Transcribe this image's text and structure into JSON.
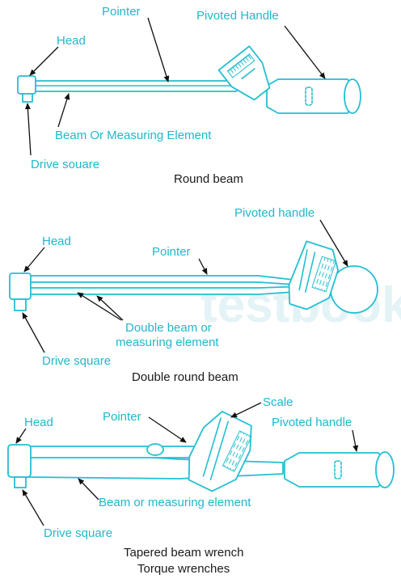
{
  "colors": {
    "line": "#23bfd2",
    "label": "#1fb8cc",
    "caption": "#1a1a1a",
    "leader": "#111111"
  },
  "watermark": "testbook",
  "round_beam": {
    "labels": {
      "pointer": "Pointer",
      "pivoted_handle": "Pivoted Handle",
      "head": "Head",
      "beam": "Beam Or Measuring Element",
      "drive_square": "Drive souare"
    },
    "caption": "Round beam"
  },
  "double_round_beam": {
    "labels": {
      "pivoted_handle": "Pivoted handle",
      "head": "Head",
      "pointer": "Pointer",
      "double_beam_line1": "Double beam or",
      "double_beam_line2": "measuring element",
      "drive_square": "Drive square"
    },
    "caption": "Double round beam"
  },
  "tapered_beam": {
    "labels": {
      "scale": "Scale",
      "head": "Head",
      "pointer": "Pointer",
      "pivoted_handle": "Pivoted handle",
      "beam": "Beam or measuring element",
      "drive_square": "Drive square"
    },
    "caption_line1": "Tapered beam wrench",
    "caption_line2": "Torque wrenches"
  }
}
